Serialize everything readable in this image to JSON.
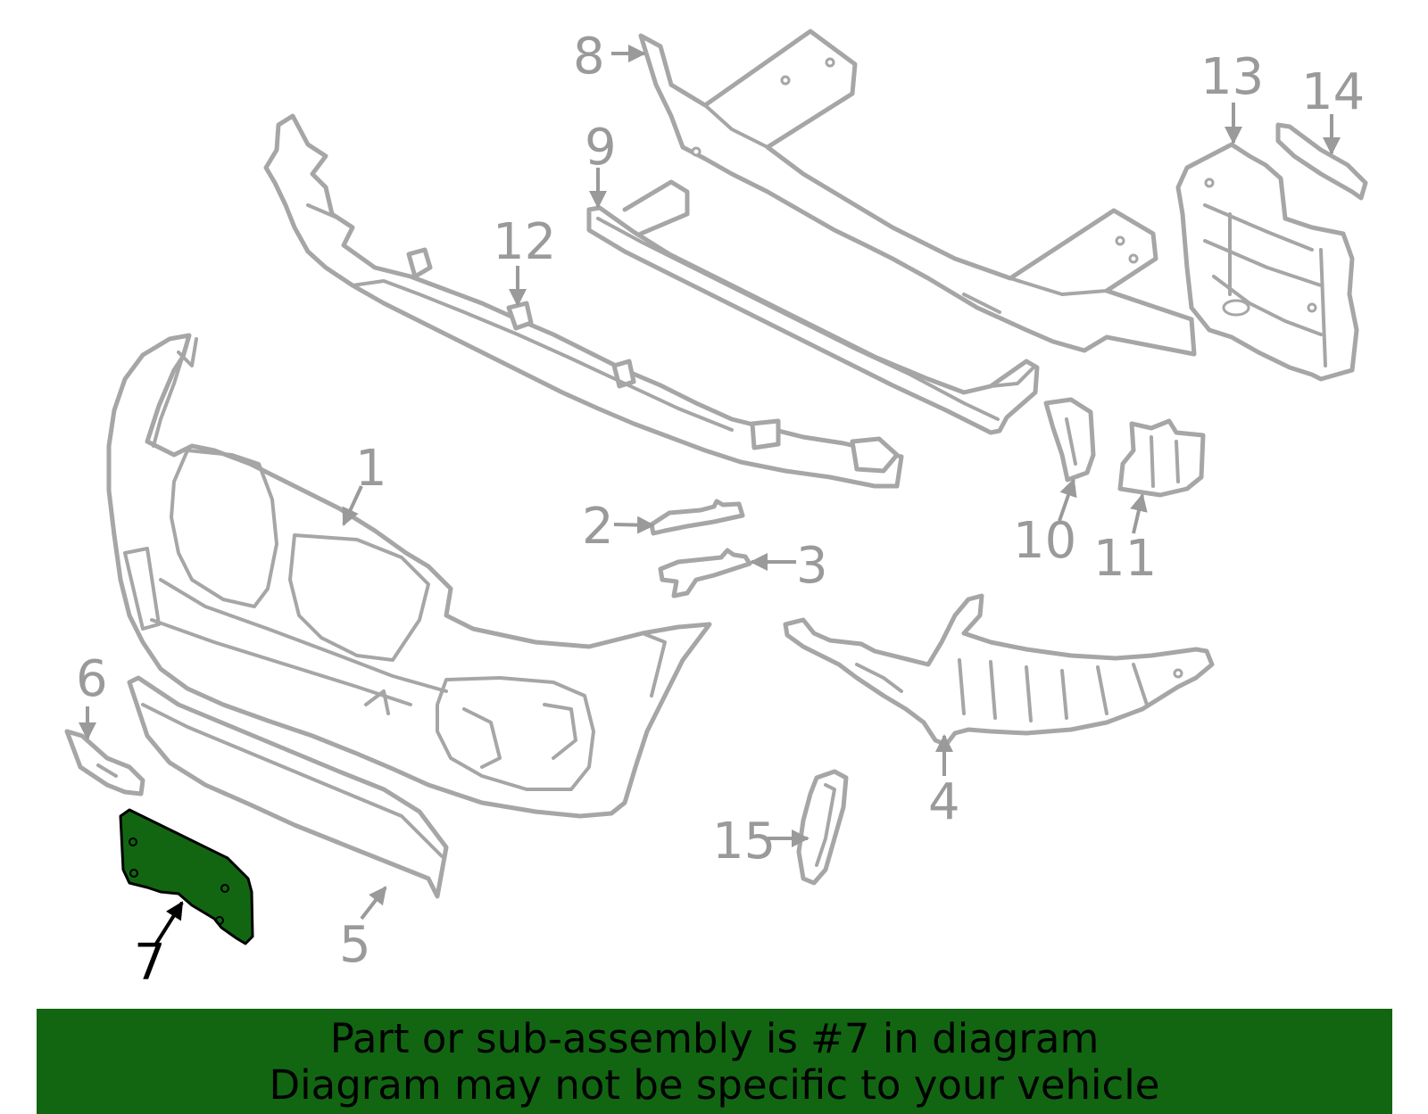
{
  "callouts": {
    "c1": "1",
    "c2": "2",
    "c3": "3",
    "c4": "4",
    "c5": "5",
    "c6": "6",
    "c7": "7",
    "c8": "8",
    "c9": "9",
    "c10": "10",
    "c11": "11",
    "c12": "12",
    "c13": "13",
    "c14": "14",
    "c15": "15"
  },
  "highlighted_part": "7",
  "colors": {
    "highlight_fill": "#126612",
    "banner_background": "#126612",
    "outline_gray": "#a6a6a6",
    "callout_gray": "#9a9a9a",
    "highlight_callout": "#000000"
  },
  "banner": {
    "line1": "Part or sub-assembly is #7 in diagram",
    "line2": "Diagram may not be specific to your vehicle"
  }
}
